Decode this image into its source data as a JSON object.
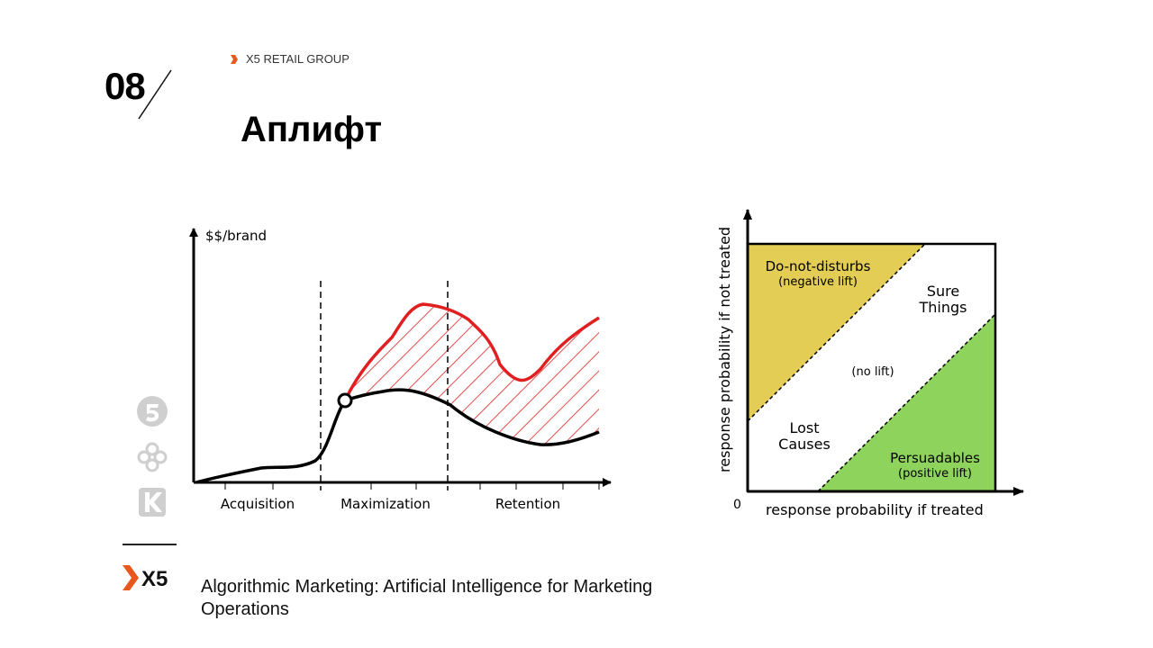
{
  "slide": {
    "number": "08",
    "brand_header": "X5 RETAIL GROUP",
    "title": "Аплифт",
    "footer_caption": "Algorithmic Marketing: Artificial Intelligence for Marketing Operations",
    "x5_logo_text": "X5"
  },
  "colors": {
    "accent_orange": "#e8581c",
    "curve_red": "#e02020",
    "yellow_quadrant": "#e4cd55",
    "green_quadrant": "#8ed35b",
    "logo_grey": "#cfcfcf"
  },
  "lifecycle_diagram": {
    "y_axis_label": "$$/brand",
    "phases": [
      "Acquisition",
      "Maximization",
      "Retention"
    ]
  },
  "quadrant_diagram": {
    "x_axis_label": "response probability if treated",
    "y_axis_label": "response probability if not treated",
    "origin_label": "0",
    "do_not_disturbs": {
      "line1": "Do-not-disturbs",
      "line2": "(negative lift)"
    },
    "sure_things": {
      "line1": "Sure",
      "line2": "Things"
    },
    "no_lift": "(no lift)",
    "lost_causes": {
      "line1": "Lost",
      "line2": "Causes"
    },
    "persuadables": {
      "line1": "Persuadables",
      "line2": "(positive lift)"
    }
  },
  "side_logos": [
    "pyaterochka-logo-icon",
    "perekrestok-logo-icon",
    "karusel-logo-icon"
  ]
}
